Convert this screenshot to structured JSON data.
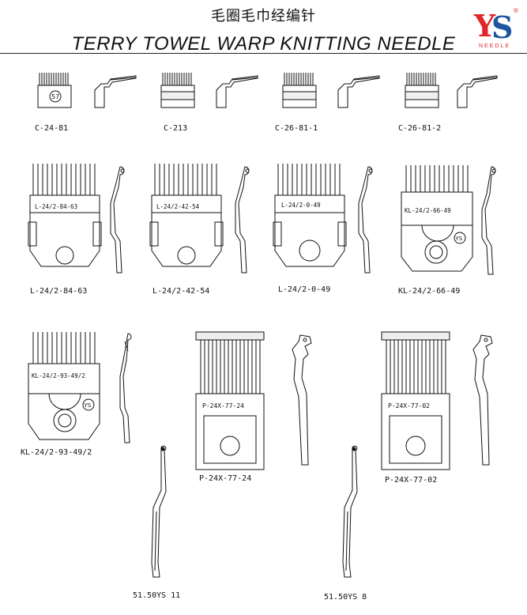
{
  "header": {
    "title_cn": "毛圈毛巾经编针",
    "title_en": "TERRY TOWEL WARP KNITTING NEEDLE",
    "logo_text": "YS",
    "logo_sub": "NEEDLE",
    "logo_reg": "®"
  },
  "row1": [
    {
      "label": "C-24-81",
      "badge": "57"
    },
    {
      "label": "C-213"
    },
    {
      "label": "C-26-81-1"
    },
    {
      "label": "C-26-81-2"
    }
  ],
  "row2": [
    {
      "label": "L-24/2-84-63",
      "inner": "L-24/2-84-63"
    },
    {
      "label": "L-24/2-42-54",
      "inner": "L-24/2-42-54"
    },
    {
      "label": "L-24/2-0-49",
      "inner": "L-24/2-0-49"
    },
    {
      "label": "KL-24/2-66-49",
      "inner": "KL-24/2-66-49",
      "mark": "YS"
    }
  ],
  "row3": [
    {
      "label": "KL-24/2-93-49/2",
      "inner": "KL-24/2-93-49/2",
      "mark": "YS"
    },
    {
      "label": "P-24X-77-24",
      "inner": "P-24X-77-24"
    },
    {
      "label": "P-24X-77-02",
      "inner": "P-24X-77-02"
    }
  ],
  "row4": [
    {
      "label": "51.50YS 11"
    },
    {
      "label": "51.50YS 8"
    }
  ],
  "colors": {
    "ink": "#111111",
    "logo_red": "#e0262a",
    "logo_blue": "#1e56a0",
    "fill": "#f4f4f4"
  }
}
